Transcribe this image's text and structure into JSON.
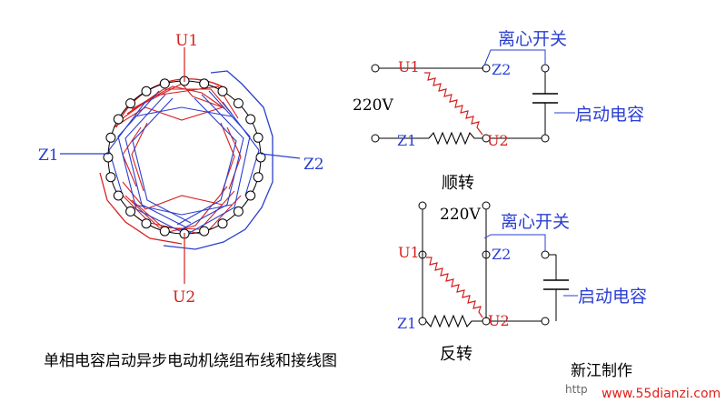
{
  "labels": {
    "u1_top": "U1",
    "u2_bottom": "U2",
    "z1_left": "Z1",
    "z2_right": "Z2",
    "voltage_top": "220V",
    "u1_top_circuit": "U1",
    "z2_top_circuit": "Z2",
    "u2_top_circuit": "U2",
    "z1_top_circuit": "Z1",
    "switch_top": "离心开关",
    "cap_top": "启动电容",
    "forward": "顺转",
    "voltage_bottom": "220V",
    "switch_bottom": "离心开关",
    "u1_bottom_circuit": "U1",
    "z2_bottom_circuit": "Z2",
    "cap_bottom": "启动电容",
    "z1_bottom_circuit": "Z1",
    "u2_bottom_circuit": "U2",
    "reverse": "反转",
    "caption": "单相电容启动异步电动机绕组布线和接线图",
    "maker": "新江制作",
    "watermark_prefix": "http",
    "watermark": "www.55dianzi.com"
  },
  "colors": {
    "main_winding": "#d62020",
    "aux_winding": "#2a3fd0",
    "line": "#000000",
    "watermark": "#e0201a"
  }
}
